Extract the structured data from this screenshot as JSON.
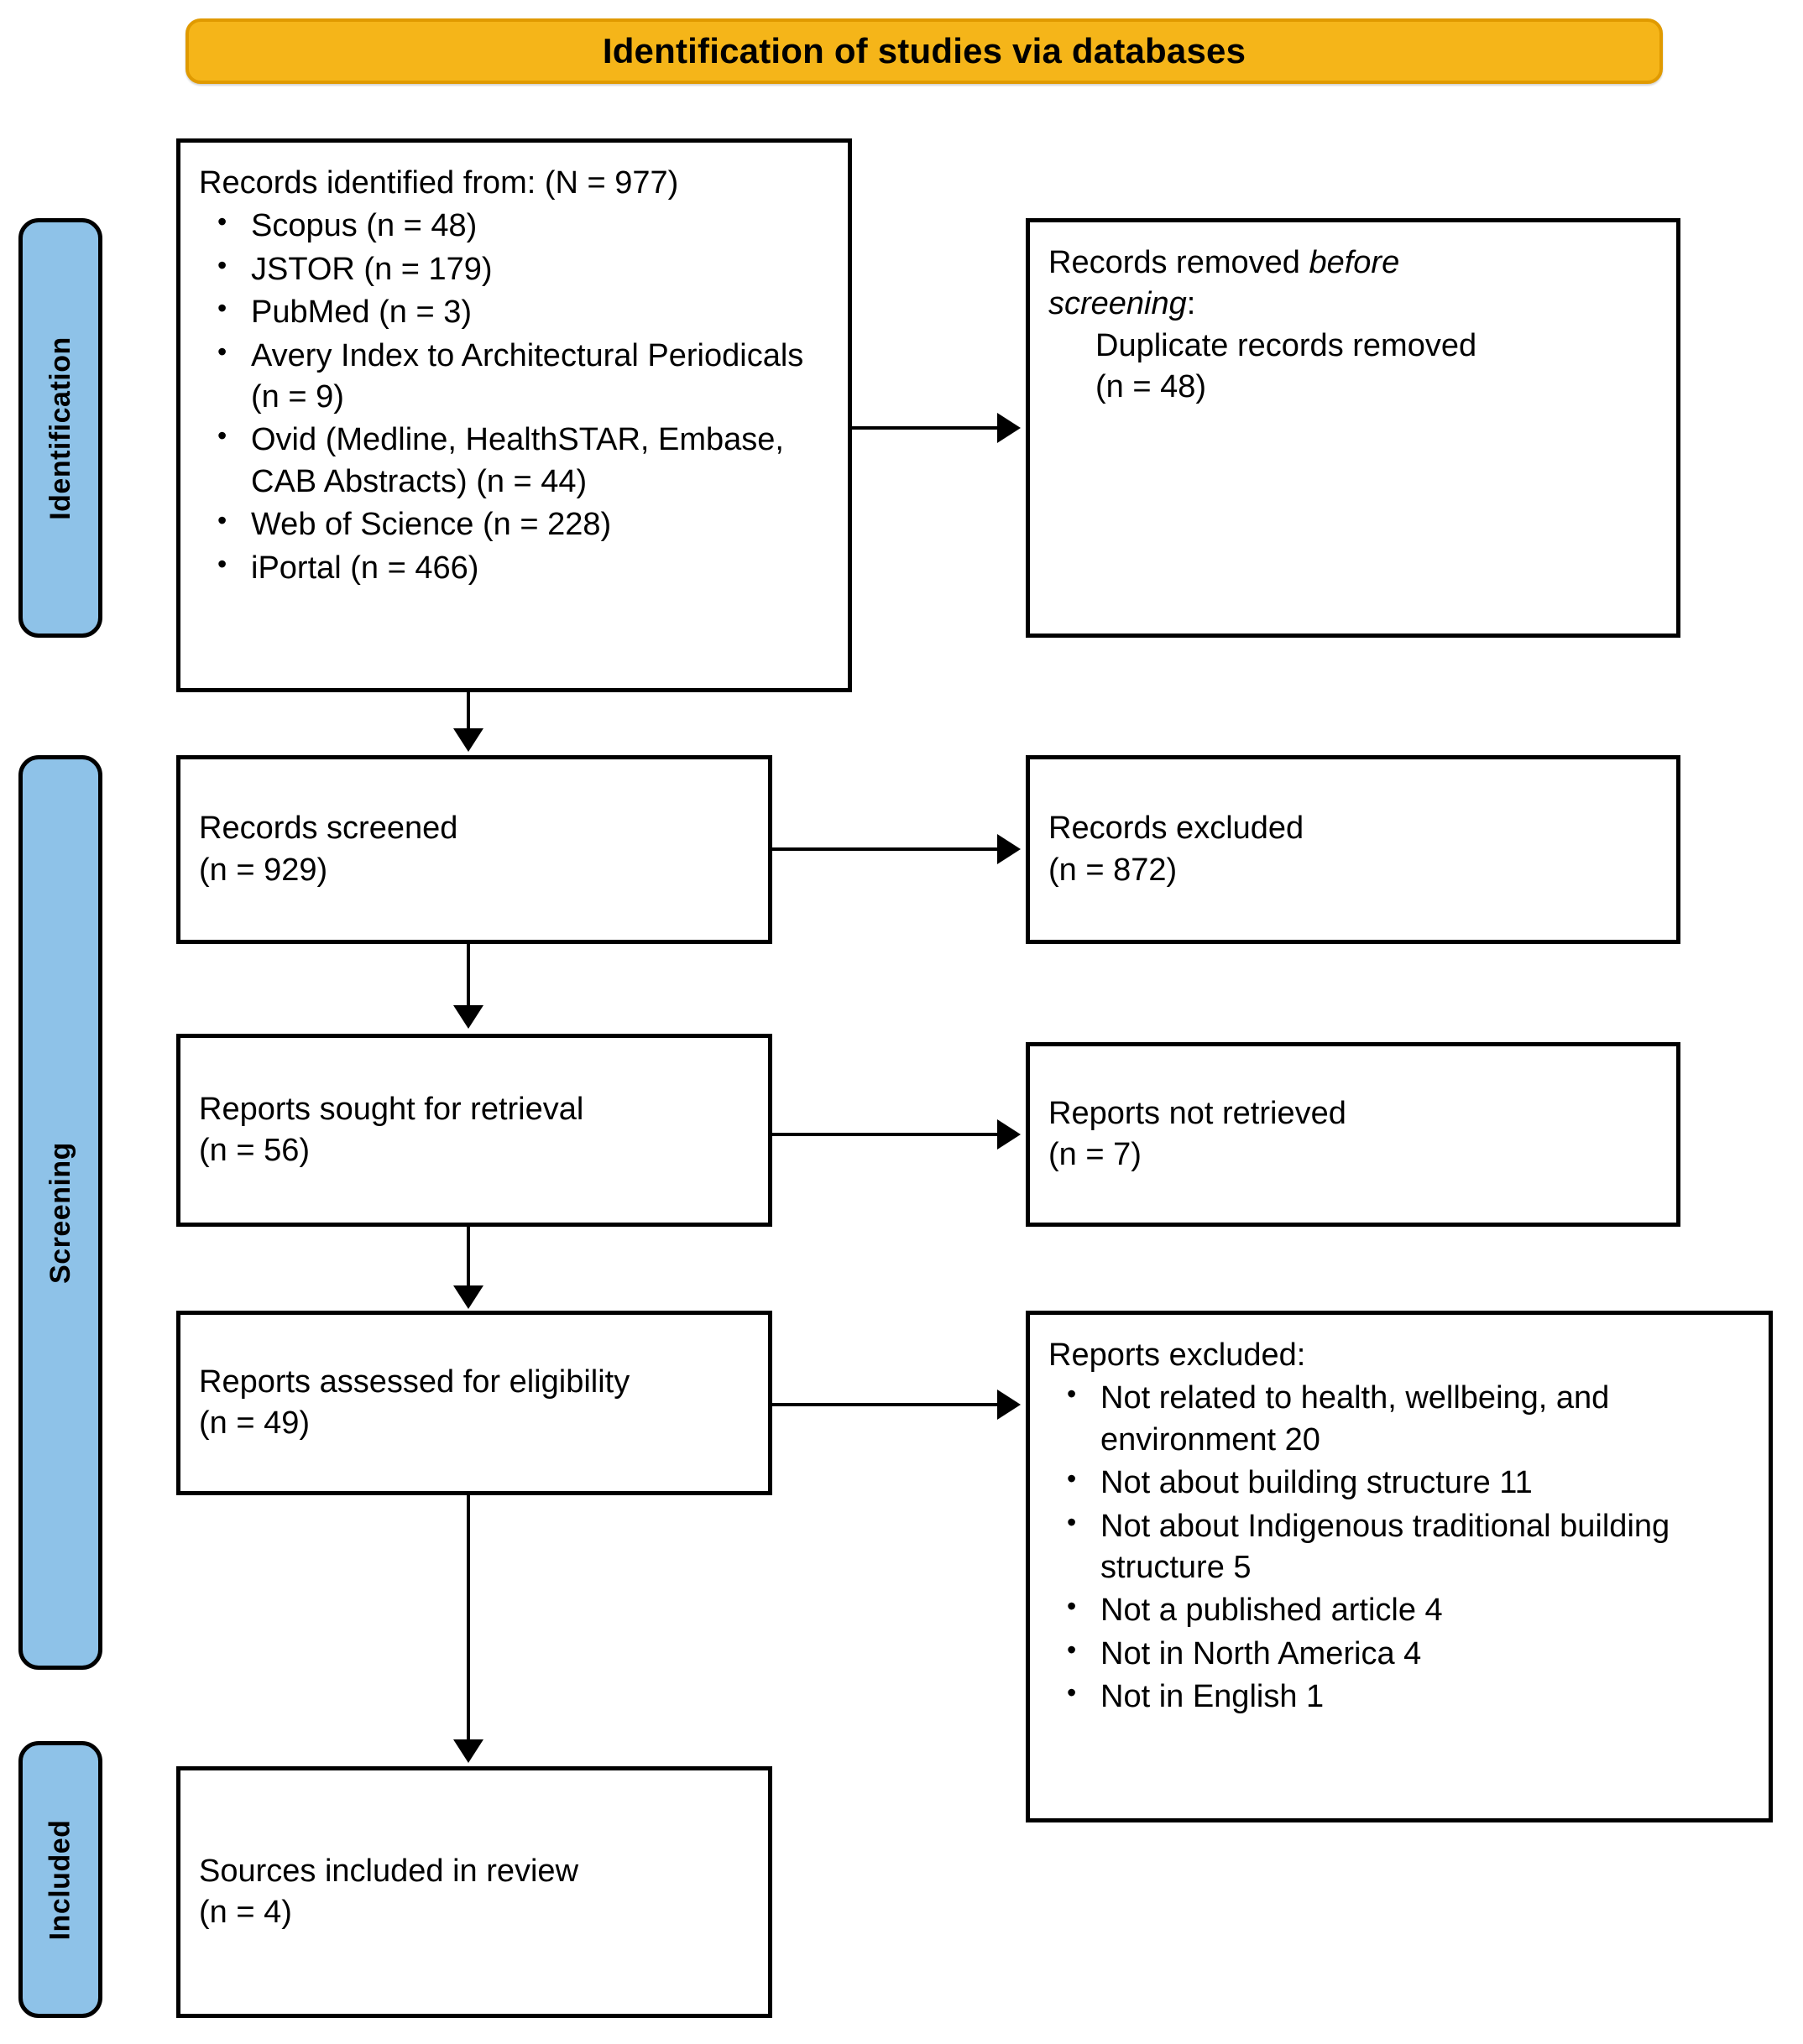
{
  "header": {
    "title": "Identification of studies via databases",
    "banner_color": "#F5B519"
  },
  "stages": [
    {
      "label": "Identification"
    },
    {
      "label": "Screening"
    },
    {
      "label": "Included"
    }
  ],
  "colors": {
    "stage_tab": "#8EC2E8",
    "banner": "#F5B519",
    "border": "#000000"
  },
  "boxes": {
    "identified": {
      "title": "Records identified from: (N = 977)",
      "sources": [
        "Scopus (n = 48)",
        "JSTOR (n = 179)",
        "PubMed (n = 3)",
        "Avery Index to Architectural Periodicals (n = 9)",
        "Ovid (Medline, HealthSTAR, Embase, CAB Abstracts) (n = 44)",
        "Web of Science (n = 228)",
        "iPortal (n = 466)"
      ]
    },
    "removed": {
      "line1": "Records removed ",
      "line1_italic": "before",
      "line2_italic": "screening",
      "line2_tail": ":",
      "detail": "Duplicate records removed\n(n = 48)"
    },
    "screened": {
      "text": "Records screened\n(n = 929)"
    },
    "excluded": {
      "text": "Records excluded\n(n = 872)"
    },
    "sought": {
      "text": "Reports sought for retrieval\n(n = 56)"
    },
    "not_retrieved": {
      "text": "Reports not retrieved\n(n = 7)"
    },
    "assessed": {
      "text": "Reports assessed for eligibility\n(n = 49)"
    },
    "reports_excluded": {
      "title": "Reports excluded:",
      "reasons": [
        "Not related to health, wellbeing, and environment 20",
        "Not about building structure 11",
        "Not about Indigenous traditional building structure 5",
        "Not a published article 4",
        "Not in North America 4",
        "Not in English 1"
      ]
    },
    "included": {
      "text": "Sources included in review\n(n = 4)"
    }
  }
}
